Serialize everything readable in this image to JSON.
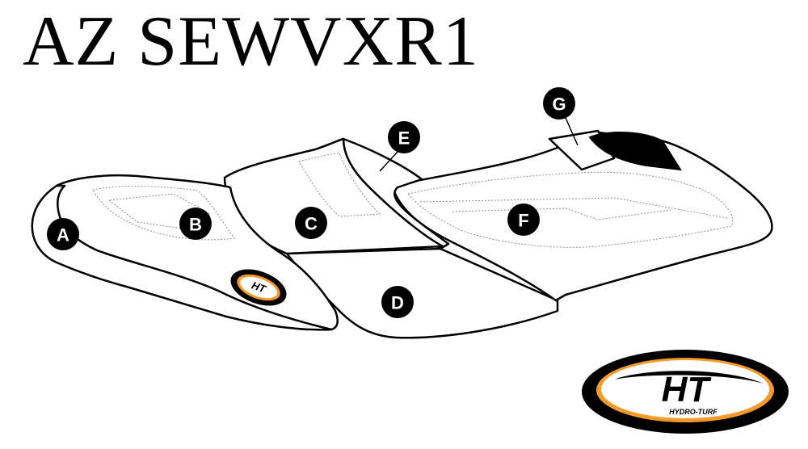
{
  "title": "AZ SEWVXR1",
  "labels": [
    "A",
    "B",
    "C",
    "D",
    "E",
    "F",
    "G"
  ],
  "logo": {
    "mark": "HT",
    "wordmark": "HYDRO-TURF",
    "colors": {
      "ring": "#000000",
      "accent": "#f39a2b"
    }
  }
}
